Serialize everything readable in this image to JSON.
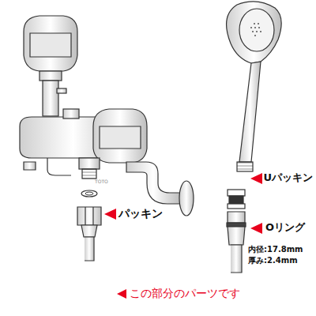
{
  "diagram": {
    "labels": [
      "パッキン",
      "Uパッキン",
      "Oリング",
      "内径:17.8mm",
      "厚み:2.4mm",
      "この部分のパーツです"
    ]
  }
}
